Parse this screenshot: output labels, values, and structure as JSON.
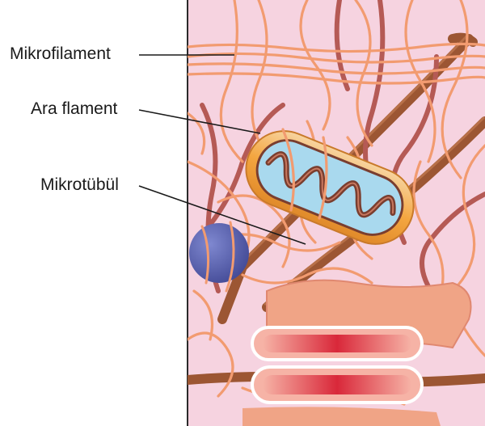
{
  "labels": {
    "microfilament": "Mikrofilament",
    "intermediate_filament": "Ara flament",
    "microtubule": "Mikrotübül"
  },
  "colors": {
    "cytoplasm": "#f6d3e0",
    "membrane": "#2b2b2b",
    "microfilament": "#f29b70",
    "microfilament_outline": "#d2693f",
    "intermediate_filament": "#b55a55",
    "microtubule": "#9c5633",
    "mitochondrion_outer": "#f4a640",
    "mitochondrion_inner": "#a9d9ee",
    "mitochondrion_cristae": "#7a3e2f",
    "vesicle": "#5b64b3",
    "golgi": "#f0a486",
    "golgi_lumen": "#d9283a",
    "leader_line": "#1a1a1a"
  }
}
